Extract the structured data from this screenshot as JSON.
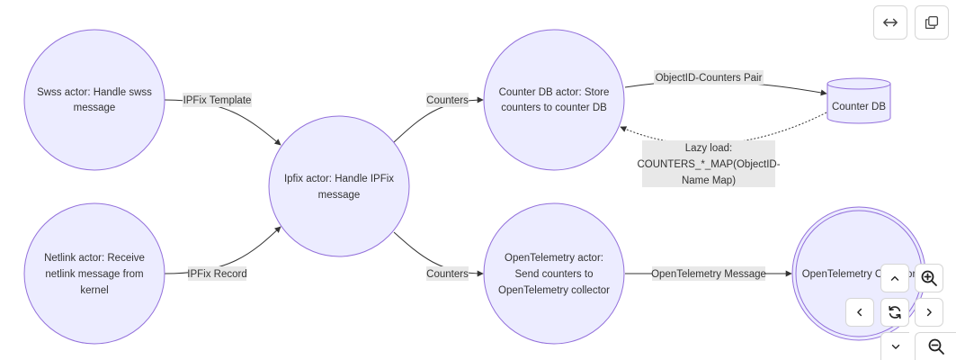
{
  "diagram": {
    "nodes": {
      "swss": {
        "lines": [
          "Swss actor: Handle swss",
          "message"
        ]
      },
      "netlink": {
        "lines": [
          "Netlink actor: Receive",
          "netlink message from",
          "kernel"
        ]
      },
      "ipfix": {
        "lines": [
          "Ipfix actor: Handle IPFix",
          "message"
        ]
      },
      "counterdb_actor": {
        "lines": [
          "Counter DB actor: Store",
          "counters to counter DB"
        ]
      },
      "otel_actor": {
        "lines": [
          "OpenTelemetry actor:",
          "Send counters to",
          "OpenTelemetry collector"
        ]
      },
      "counter_db": {
        "lines": [
          "Counter DB"
        ]
      },
      "otel_collector": {
        "lines": [
          "OpenTelemetry Collector"
        ]
      }
    },
    "edges": {
      "swss_ipfix": {
        "label": "IPFix Template"
      },
      "netlink_ipfix": {
        "label": "IPFix Record"
      },
      "ipfix_counterdb": {
        "label": "Counters"
      },
      "ipfix_otel": {
        "label": "Counters"
      },
      "counterdb_store": {
        "label": "ObjectID-Counters Pair"
      },
      "store_counterdb_lazy": {
        "lines": [
          "Lazy load:",
          "COUNTERS_*_MAP(ObjectID-",
          "Name Map)"
        ]
      },
      "otel_collector": {
        "label": "OpenTelemetry Message"
      }
    }
  },
  "toolbar": {
    "top": [
      {
        "icon": "expand-width-icon"
      },
      {
        "icon": "copy-icon"
      }
    ],
    "navigation": [
      {
        "icon": "chevron-up-icon"
      },
      {
        "icon": "zoom-in-icon"
      },
      {
        "icon": "chevron-left-icon"
      },
      {
        "icon": "reset-icon"
      },
      {
        "icon": "chevron-right-icon"
      },
      {
        "icon": "chevron-down-icon"
      },
      {
        "icon": "zoom-out-icon"
      }
    ]
  }
}
